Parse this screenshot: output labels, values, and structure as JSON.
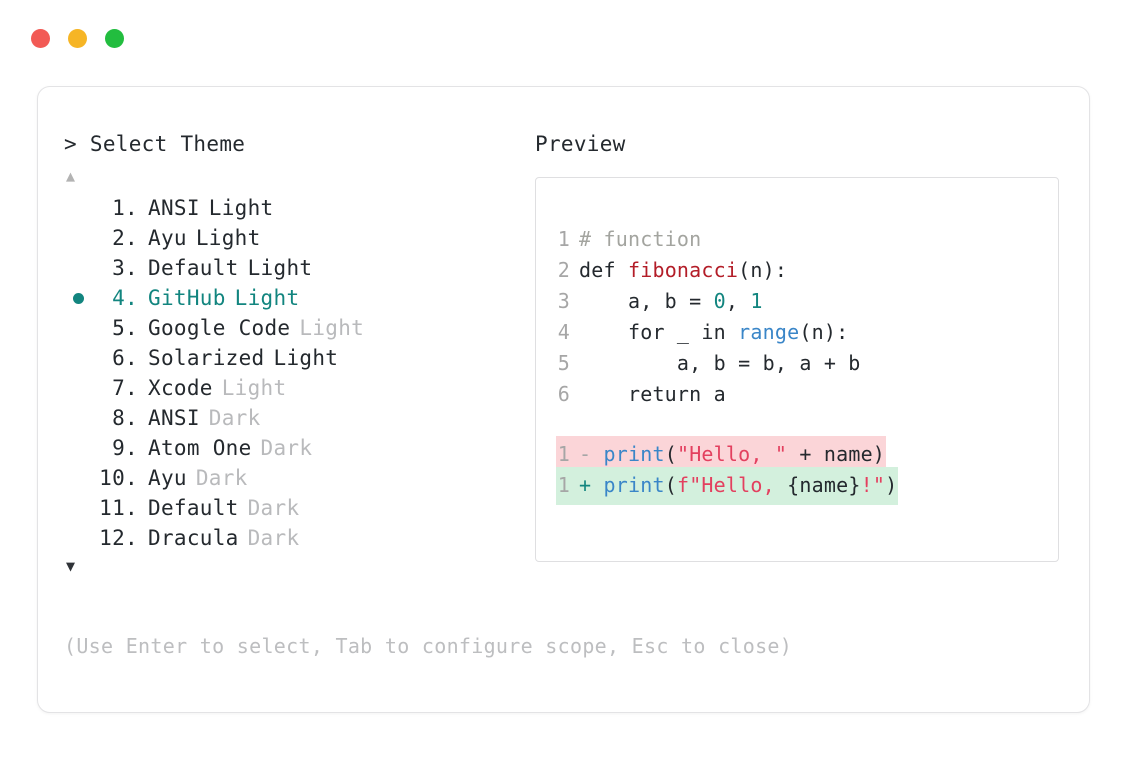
{
  "window": {
    "dots": [
      {
        "name": "close",
        "color": "#f25a55"
      },
      {
        "name": "minimize",
        "color": "#f6b525"
      },
      {
        "name": "zoom",
        "color": "#22bd3f"
      }
    ]
  },
  "left": {
    "prompt": "> Select Theme",
    "scroll_up": "▲",
    "scroll_down": "▼",
    "selected_index": 4,
    "items": [
      {
        "num": " 1.",
        "name": "ANSI",
        "variant": "Light",
        "variant_dim": false,
        "selected": false
      },
      {
        "num": " 2.",
        "name": "Ayu",
        "variant": "Light",
        "variant_dim": false,
        "selected": false
      },
      {
        "num": " 3.",
        "name": "Default",
        "variant": "Light",
        "variant_dim": false,
        "selected": false
      },
      {
        "num": " 4.",
        "name": "GitHub",
        "variant": "Light",
        "variant_dim": false,
        "selected": true
      },
      {
        "num": " 5.",
        "name": "Google Code",
        "variant": "Light",
        "variant_dim": true,
        "selected": false
      },
      {
        "num": " 6.",
        "name": "Solarized",
        "variant": "Light",
        "variant_dim": false,
        "selected": false
      },
      {
        "num": " 7.",
        "name": "Xcode",
        "variant": "Light",
        "variant_dim": true,
        "selected": false
      },
      {
        "num": " 8.",
        "name": "ANSI",
        "variant": "Dark",
        "variant_dim": true,
        "selected": false
      },
      {
        "num": " 9.",
        "name": "Atom One",
        "variant": "Dark",
        "variant_dim": true,
        "selected": false
      },
      {
        "num": "10.",
        "name": "Ayu",
        "variant": "Dark",
        "variant_dim": true,
        "selected": false
      },
      {
        "num": "11.",
        "name": "Default",
        "variant": "Dark",
        "variant_dim": true,
        "selected": false
      },
      {
        "num": "12.",
        "name": "Dracula",
        "variant": "Dark",
        "variant_dim": true,
        "selected": false
      }
    ],
    "help": "(Use Enter to select, Tab to configure scope, Esc to close)"
  },
  "right": {
    "label": "Preview",
    "code_lines": [
      {
        "ln": "1",
        "tokens": [
          {
            "t": "# function",
            "c": "tok-comment"
          }
        ]
      },
      {
        "ln": "2",
        "tokens": [
          {
            "t": "def ",
            "c": "tok-keyword"
          },
          {
            "t": "fibonacci",
            "c": "tok-func-def"
          },
          {
            "t": "(n):",
            "c": "tok-plain"
          }
        ]
      },
      {
        "ln": "3",
        "tokens": [
          {
            "t": "    a, b = ",
            "c": "tok-plain"
          },
          {
            "t": "0",
            "c": "tok-number"
          },
          {
            "t": ", ",
            "c": "tok-plain"
          },
          {
            "t": "1",
            "c": "tok-number"
          }
        ]
      },
      {
        "ln": "4",
        "tokens": [
          {
            "t": "    for _ in ",
            "c": "tok-plain"
          },
          {
            "t": "range",
            "c": "tok-builtin"
          },
          {
            "t": "(n):",
            "c": "tok-plain"
          }
        ]
      },
      {
        "ln": "5",
        "tokens": [
          {
            "t": "        a, b = b, a + b",
            "c": "tok-plain"
          }
        ]
      },
      {
        "ln": "6",
        "tokens": [
          {
            "t": "    return a",
            "c": "tok-plain"
          }
        ]
      }
    ],
    "diff_lines": [
      {
        "ln": "1",
        "marker": "-",
        "kind": "del",
        "tokens": [
          {
            "t": "print",
            "c": "tok-builtin"
          },
          {
            "t": "(",
            "c": "tok-plain"
          },
          {
            "t": "\"Hello, \"",
            "c": "tok-string"
          },
          {
            "t": " + name)",
            "c": "tok-plain"
          }
        ]
      },
      {
        "ln": "1",
        "marker": "+",
        "kind": "add",
        "tokens": [
          {
            "t": "print",
            "c": "tok-builtin"
          },
          {
            "t": "(",
            "c": "tok-plain"
          },
          {
            "t": "f\"Hello, ",
            "c": "tok-string"
          },
          {
            "t": "{name}",
            "c": "tok-plain"
          },
          {
            "t": "!\"",
            "c": "tok-string"
          },
          {
            "t": ")",
            "c": "tok-plain"
          }
        ]
      }
    ]
  },
  "colors": {
    "accent_teal": "#12857f",
    "diff_add_bg": "#d3f0dd",
    "diff_del_bg": "#fbd5d8",
    "string": "#e3405f",
    "builtin": "#3a86c8",
    "func_def": "#b31d28"
  }
}
